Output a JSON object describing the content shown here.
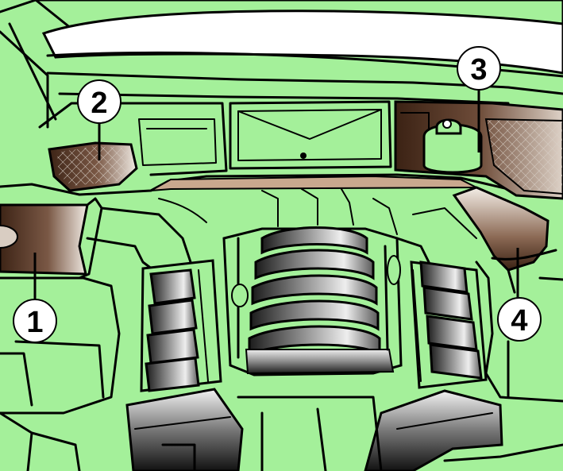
{
  "colors": {
    "background": "#a4f09a",
    "line": "#000000",
    "highlight_dark": "#4a2a1a",
    "highlight_light": "#f3ede6",
    "callout_fill": "#ffffff"
  },
  "callouts": [
    {
      "id": "1",
      "label": "1"
    },
    {
      "id": "2",
      "label": "2"
    },
    {
      "id": "3",
      "label": "3"
    },
    {
      "id": "4",
      "label": "4"
    }
  ]
}
